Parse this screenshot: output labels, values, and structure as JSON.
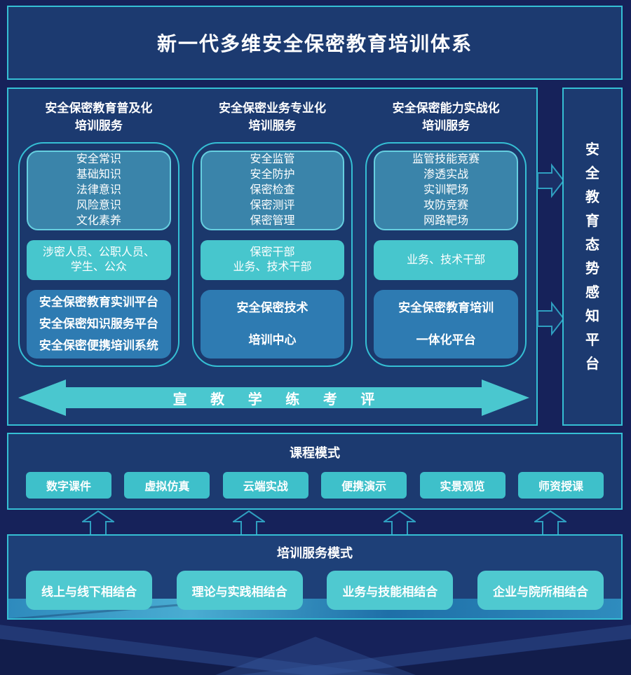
{
  "banner": {
    "title": "新一代多维安全保密教育培训体系"
  },
  "columns": [
    {
      "header": [
        "安全保密教育普及化",
        "培训服务"
      ],
      "topics": [
        "安全常识",
        "基础知识",
        "法律意识",
        "风险意识",
        "文化素养"
      ],
      "audience": [
        "涉密人员、公职人员、",
        "学生、公众"
      ],
      "platform": [
        "安全保密教育实训平台",
        "安全保密知识服务平台",
        "安全保密便携培训系统"
      ]
    },
    {
      "header": [
        "安全保密业务专业化",
        "培训服务"
      ],
      "topics": [
        "安全监管",
        "安全防护",
        "保密检查",
        "保密测评",
        "保密管理"
      ],
      "audience": [
        "保密干部",
        "业务、技术干部"
      ],
      "platform": [
        "安全保密技术",
        "培训中心"
      ]
    },
    {
      "header": [
        "安全保密能力实战化",
        "培训服务"
      ],
      "topics": [
        "监管技能竞赛",
        "渗透实战",
        "实训靶场",
        "攻防竞赛",
        "网路靶场"
      ],
      "audience": [
        "业务、技术干部"
      ],
      "platform": [
        "安全保密教育培训",
        "一体化平台"
      ]
    }
  ],
  "flow_arrow": {
    "label": "宣 教 学 练 考 评"
  },
  "sidebar": {
    "title": "安全教育态势感知平台"
  },
  "course_mode": {
    "title": "课程模式",
    "items": [
      "数字课件",
      "虚拟仿真",
      "云端实战",
      "便携演示",
      "实景观览",
      "师资授课"
    ]
  },
  "service_mode": {
    "title": "培训服务模式",
    "items": [
      "线上与线下相结合",
      "理论与实践相结合",
      "业务与技能相结合",
      "企业与院所相结合"
    ]
  },
  "colors": {
    "page_bg": "#16225a",
    "panel_bg": "#1c3a70",
    "border_teal": "#35bfd4",
    "topic_box": "#3a84aa",
    "audience_box": "#47c6cd",
    "platform_box": "#2e7bb2",
    "flow_arrow_fill": "#4ac7cf",
    "course_button": "#3ec0ca",
    "service_box": "#4fc9d0",
    "text": "#ffffff"
  }
}
